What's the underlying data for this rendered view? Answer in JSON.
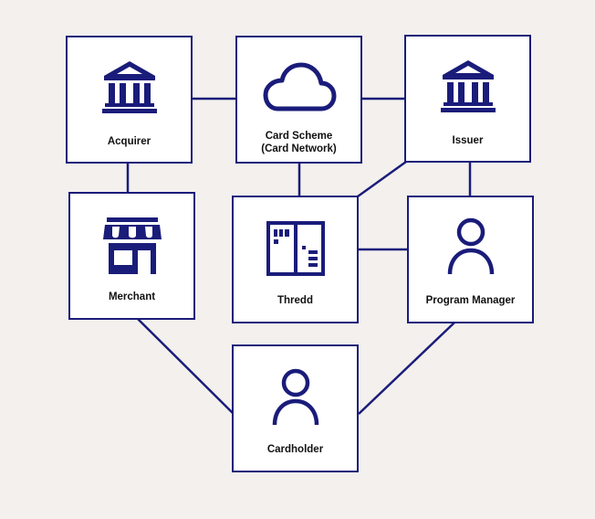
{
  "diagram": {
    "colors": {
      "background": "#f3f0ed",
      "box_fill": "#ffffff",
      "stroke": "#1a1c7a",
      "icon": "#1a1c7a",
      "text": "#111111"
    },
    "nodes": {
      "acquirer": {
        "label": "Acquirer",
        "icon": "bank-icon"
      },
      "card_scheme": {
        "label_line1": "Card Scheme",
        "label_line2": "(Card Network)",
        "icon": "cloud-icon"
      },
      "issuer": {
        "label": "Issuer",
        "icon": "bank-icon"
      },
      "merchant": {
        "label": "Merchant",
        "icon": "storefront-icon"
      },
      "thredd": {
        "label": "Thredd",
        "icon": "server-icon"
      },
      "program_manager": {
        "label": "Program Manager",
        "icon": "person-icon"
      },
      "cardholder": {
        "label": "Cardholder",
        "icon": "person-icon"
      }
    },
    "connections": [
      [
        "acquirer",
        "card_scheme"
      ],
      [
        "card_scheme",
        "issuer"
      ],
      [
        "acquirer",
        "merchant"
      ],
      [
        "card_scheme",
        "thredd"
      ],
      [
        "issuer",
        "thredd"
      ],
      [
        "issuer",
        "program_manager"
      ],
      [
        "thredd",
        "program_manager"
      ],
      [
        "merchant",
        "cardholder"
      ],
      [
        "program_manager",
        "cardholder"
      ]
    ]
  }
}
